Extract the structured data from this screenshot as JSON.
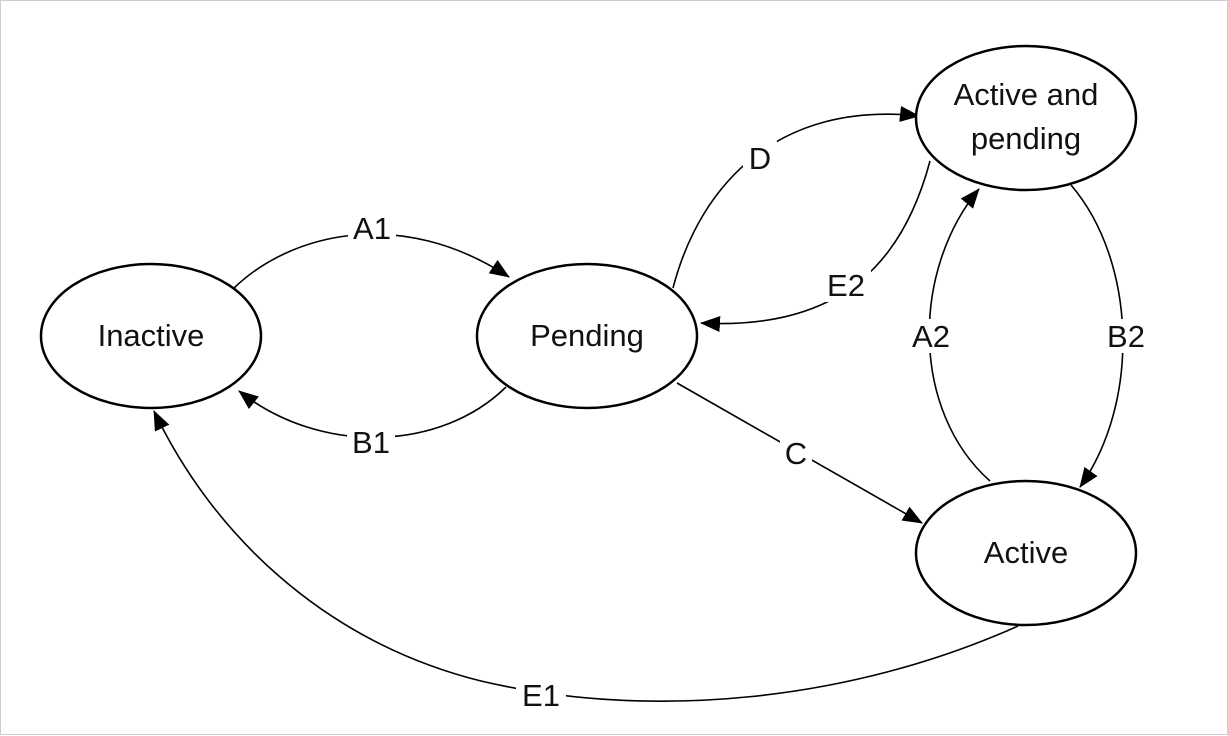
{
  "diagram": {
    "nodes": [
      {
        "id": "inactive",
        "label": "Inactive"
      },
      {
        "id": "pending",
        "label": "Pending"
      },
      {
        "id": "active_pending",
        "label_line1": "Active and",
        "label_line2": "pending"
      },
      {
        "id": "active",
        "label": "Active"
      }
    ],
    "edges": [
      {
        "id": "A1",
        "from": "inactive",
        "to": "pending",
        "label": "A1"
      },
      {
        "id": "B1",
        "from": "pending",
        "to": "inactive",
        "label": "B1"
      },
      {
        "id": "D",
        "from": "pending",
        "to": "active_pending",
        "label": "D"
      },
      {
        "id": "E2",
        "from": "active_pending",
        "to": "pending",
        "label": "E2"
      },
      {
        "id": "C",
        "from": "pending",
        "to": "active",
        "label": "C"
      },
      {
        "id": "A2",
        "from": "active",
        "to": "active_pending",
        "label": "A2"
      },
      {
        "id": "B2",
        "from": "active_pending",
        "to": "active",
        "label": "B2"
      },
      {
        "id": "E1",
        "from": "active",
        "to": "inactive",
        "label": "E1"
      }
    ]
  }
}
